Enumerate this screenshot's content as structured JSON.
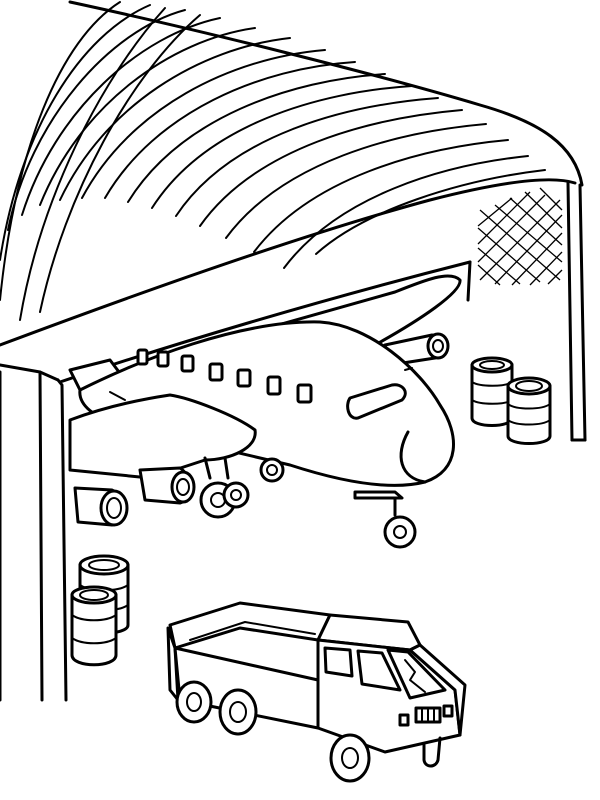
{
  "scene": {
    "kind": "coloring-page line art",
    "subjects": [
      "hangar",
      "airplane",
      "dump-truck",
      "fuel-barrels"
    ],
    "colors": {
      "ink": "#000000",
      "background": "#ffffff"
    }
  }
}
